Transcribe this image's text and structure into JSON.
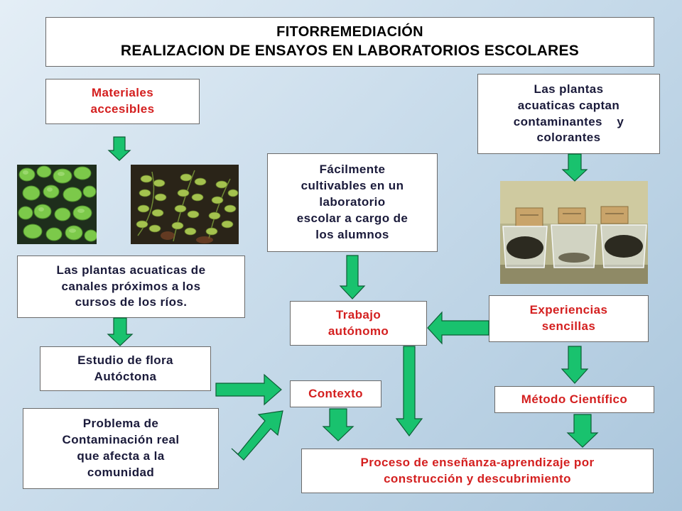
{
  "title": {
    "line1": "FITORREMEDIACIÓN",
    "line2": "REALIZACION DE ENSAYOS EN LABORATORIOS ESCOLARES"
  },
  "nodes": {
    "materiales": {
      "line1": "Materiales",
      "line2": "accesibles"
    },
    "captan": {
      "line1": "Las plantas",
      "line2": "acuaticas captan",
      "line3": "contaminantes    y",
      "line4": "colorantes"
    },
    "cultivables": {
      "line1": "Fácilmente",
      "line2": "cultivables en un",
      "line3": "laboratorio",
      "line4": "escolar a cargo de",
      "line5": "los alumnos"
    },
    "canales": {
      "line1": "Las plantas acuaticas de",
      "line2": "canales próximos a los",
      "line3": "cursos de los ríos."
    },
    "trabajo": {
      "line1": "Trabajo",
      "line2": "autónomo"
    },
    "experiencias": {
      "line1": "Experiencias",
      "line2": "sencillas"
    },
    "estudio": {
      "line1": "Estudio de flora",
      "line2": "Autóctona"
    },
    "contexto": {
      "line1": "Contexto"
    },
    "metodo": {
      "line1": "Método Científico"
    },
    "problema": {
      "line1": "Problema de",
      "line2": "Contaminación real",
      "line3": "que afecta a la",
      "line4": "comunidad"
    },
    "proceso": {
      "line1": "Proceso de enseñanza-aprendizaje por",
      "line2": "construcción y descubrimiento"
    }
  },
  "colors": {
    "arrow_fill": "#19c26e",
    "red_text": "#d41f1f",
    "dark_text": "#1a1a3a"
  }
}
